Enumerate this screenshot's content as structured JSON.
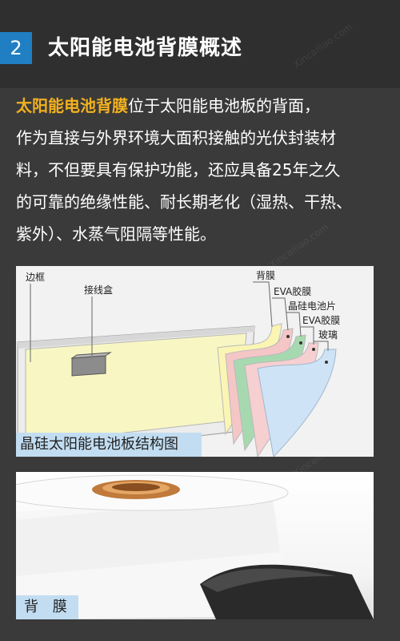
{
  "header": {
    "number": "2",
    "title": "太阳能电池背膜概述"
  },
  "intro": {
    "highlight": "太阳能电池背膜",
    "lines": [
      "位于太阳能电池板的背面，",
      "作为直接与外界环境大面积接触的光伏封装材",
      "料，不但要具有保护功能，还应具备25年之久",
      "的可靠的绝缘性能、耐长期老化（湿热、干热、",
      "紫外）、水蒸气阻隔等性能。"
    ]
  },
  "diagram": {
    "labels": {
      "frame": "边框",
      "junction_box": "接线盒",
      "backsheet": "背膜",
      "eva_top": "EVA胶膜",
      "cell": "晶硅电池片",
      "eva_bottom": "EVA胶膜",
      "glass": "玻璃"
    },
    "caption": "晶硅太阳能电池板结构图",
    "colors": {
      "backsheet": "#fbf5b4",
      "eva_top": "#f5c6c6",
      "cell": "#a7d9b0",
      "eva_bottom": "#f6cfd0",
      "glass": "#cfe3f6"
    }
  },
  "photo": {
    "caption": "背 膜"
  },
  "watermark": "Xincailiao.com"
}
